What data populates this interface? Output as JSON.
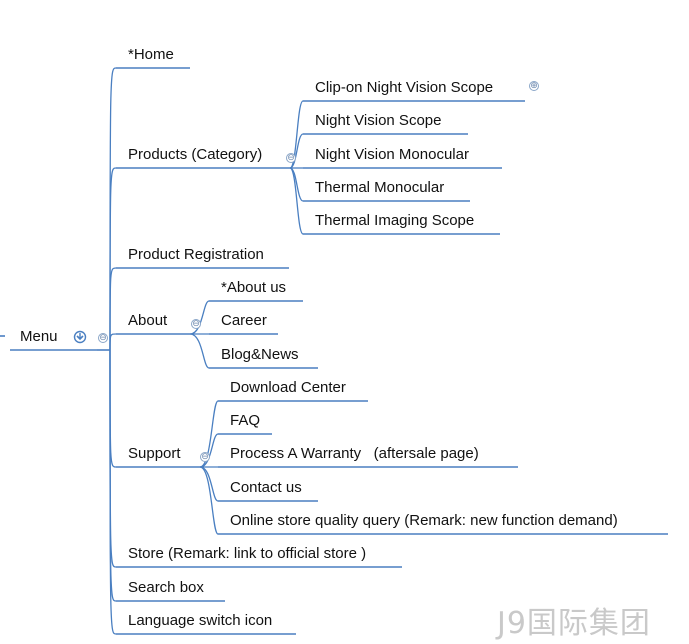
{
  "root": {
    "label": "Menu"
  },
  "branches": [
    {
      "label": "*Home"
    },
    {
      "label": "Products (Category)",
      "children": [
        "Clip-on Night Vision Scope",
        "Night Vision Scope",
        "Night Vision Monocular",
        "Thermal Monocular",
        "Thermal Imaging Scope"
      ]
    },
    {
      "label": "Product Registration"
    },
    {
      "label": "About",
      "children": [
        "*About us",
        "Career",
        "Blog&News"
      ]
    },
    {
      "label": "Support",
      "children": [
        "Download Center",
        "FAQ",
        "Process A Warranty   (aftersale page)",
        "Contact us",
        "Online store quality query (Remark: new function demand)"
      ]
    },
    {
      "label": "Store (Remark: link to official store )"
    },
    {
      "label": "Search box"
    },
    {
      "label": "Language switch icon"
    }
  ],
  "watermark": "J9国际集团",
  "colors": {
    "line": "#4a7fc1",
    "text": "#111111",
    "toggle": "#8aa6c8"
  },
  "icons": {
    "collapse": "⊖",
    "expand": "⊕",
    "root": "refresh-link-icon"
  }
}
